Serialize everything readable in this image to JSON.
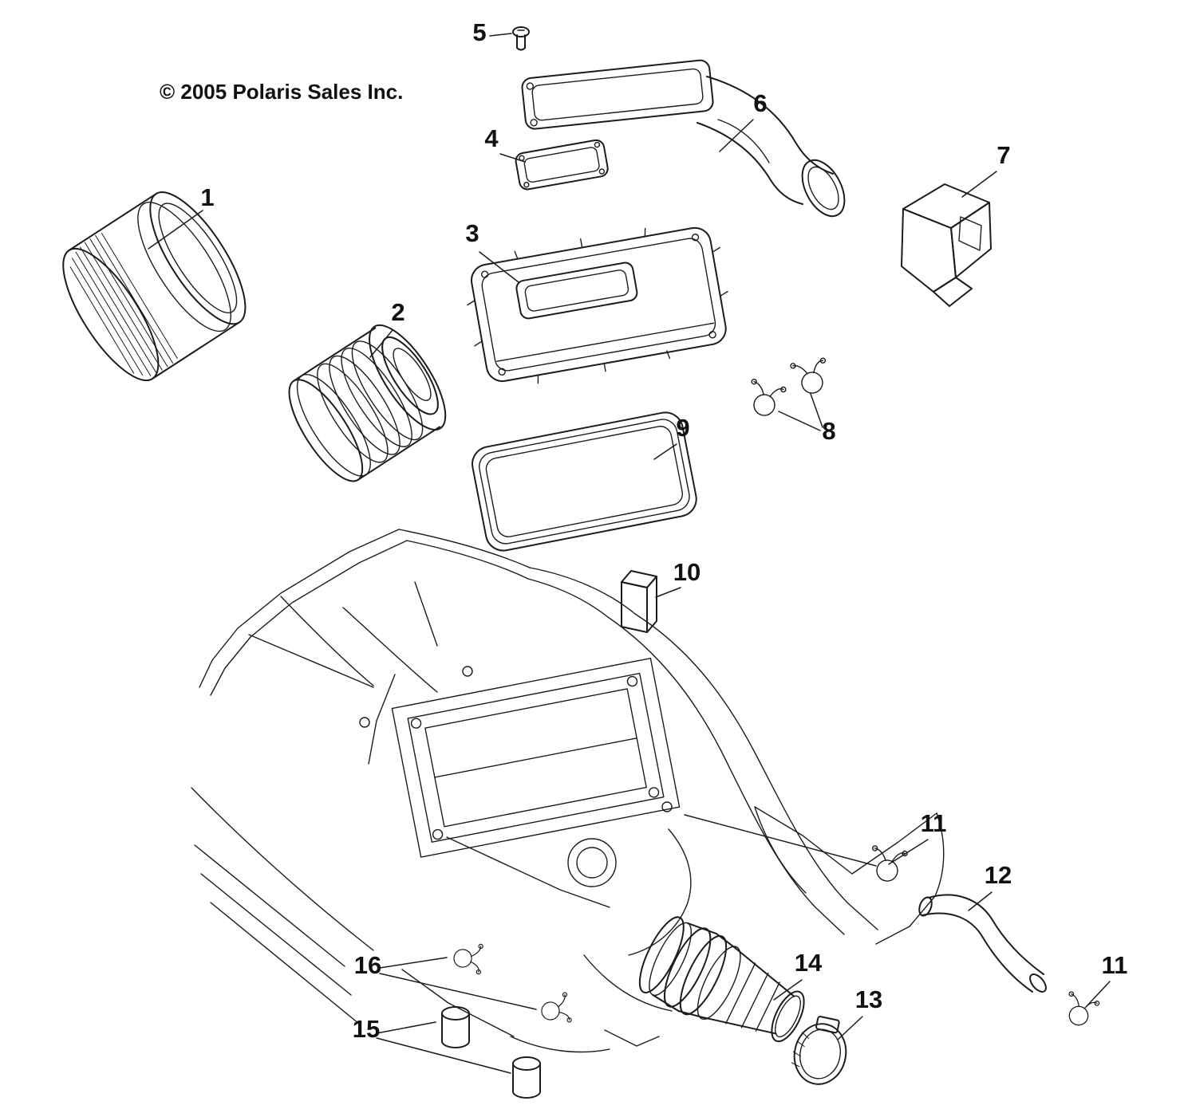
{
  "copyright": "© 2005 Polaris Sales Inc.",
  "callouts": [
    {
      "id": "1",
      "label": "1"
    },
    {
      "id": "2",
      "label": "2"
    },
    {
      "id": "3",
      "label": "3"
    },
    {
      "id": "4",
      "label": "4"
    },
    {
      "id": "5",
      "label": "5"
    },
    {
      "id": "6",
      "label": "6"
    },
    {
      "id": "7",
      "label": "7"
    },
    {
      "id": "8",
      "label": "8"
    },
    {
      "id": "9",
      "label": "9"
    },
    {
      "id": "10",
      "label": "10"
    },
    {
      "id": "11",
      "label": "11"
    },
    {
      "id": "12",
      "label": "12"
    },
    {
      "id": "13",
      "label": "13"
    },
    {
      "id": "14",
      "label": "14"
    },
    {
      "id": "15",
      "label": "15"
    },
    {
      "id": "16",
      "label": "16"
    },
    {
      "id": "11b",
      "label": "11"
    }
  ]
}
